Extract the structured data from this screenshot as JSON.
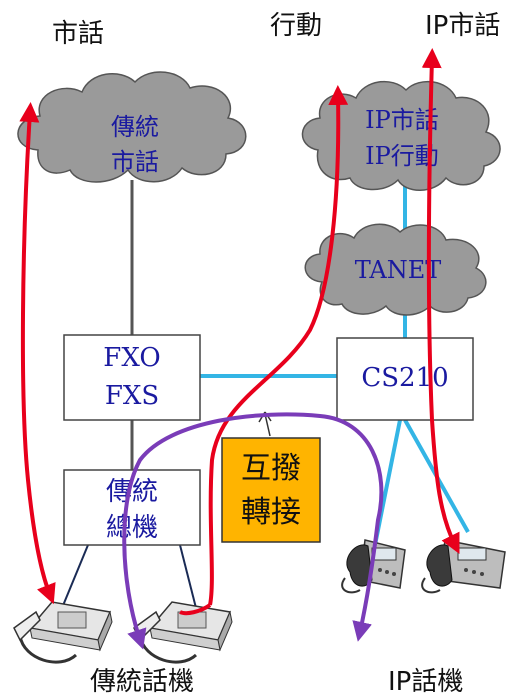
{
  "labels": {
    "top_left": "市話",
    "top_mid": "行動",
    "top_right": "IP市話",
    "bottom_left": "傳統話機",
    "bottom_right": "IP話機"
  },
  "clouds": {
    "pstn_line1": "傳統",
    "pstn_line2": "市話",
    "ip_line1": "IP市話",
    "ip_line2": "IP行動",
    "tanet": "TANET"
  },
  "boxes": {
    "fxo": "FXO",
    "fxs": "FXS",
    "pbx_line1": "傳統",
    "pbx_line2": "總機",
    "cs210": "CS210",
    "transfer_line1": "互撥",
    "transfer_line2": "轉接"
  },
  "colors": {
    "cyan_link": "#33b5e5",
    "red_path": "#e8001c",
    "purple_path": "#7a3cb8",
    "orange_box": "#ffb400",
    "cloud_fill": "#9a9a9a"
  }
}
